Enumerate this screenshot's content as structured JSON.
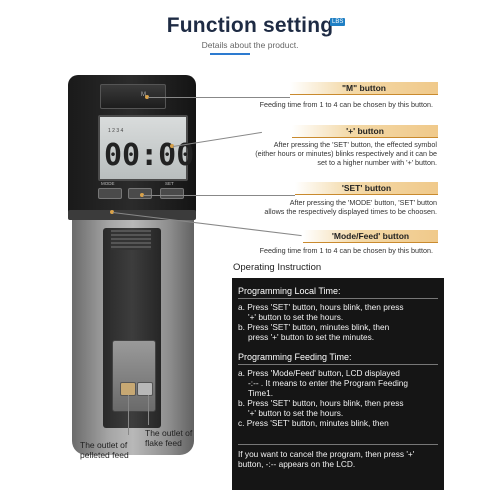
{
  "header": {
    "title": "Function setting",
    "tag": "LBS",
    "subtitle": "Details about the product."
  },
  "device": {
    "lcd_time": "00:00",
    "lcd_small": "1 2 3 4",
    "btn_mode": "MODE",
    "btn_set": "SET",
    "btn_m": "M"
  },
  "callouts": [
    {
      "head": "\"M\" button",
      "body": [
        "Feeding time from 1 to 4 can be chosen by this button."
      ]
    },
    {
      "head": "'+' button",
      "body": [
        "After pressing the 'SET' button, the effected symbol",
        "(either hours or minutes) blinks respectively and it can be",
        "set to a higher number with '+' button."
      ]
    },
    {
      "head": "'SET' button",
      "body": [
        "After pressing the 'MODE' button, 'SET' button",
        "allows the respectively displayed times to be choosen."
      ]
    },
    {
      "head": "'Mode/Feed' button",
      "body": [
        "Feeding time from 1 to 4 can be chosen by this button."
      ]
    }
  ],
  "outlets": {
    "pelleted": [
      "The outlet of",
      "pelleted feed"
    ],
    "flake": [
      "The outlet of",
      "flake feed"
    ]
  },
  "operating": {
    "title": "Operating Instruction",
    "sections": [
      {
        "head": "Programming Local Time:",
        "lines": [
          "a. Press 'SET' button, hours blink, then press",
          "'+' button to set the hours.",
          "b. Press 'SET' button, minutes blink, then",
          "press '+' button to set the minutes."
        ]
      },
      {
        "head": "Programming Feeding Time:",
        "lines": [
          "a. Press 'Mode/Feed' button, LCD displayed",
          "-:-- . It means to enter the Program Feeding",
          "Time1.",
          "b. Press 'SET' button, hours blink, then press",
          "'+' button to set the hours.",
          "c. Press 'SET' button, minutes blink, then"
        ]
      },
      {
        "head": "",
        "lines": [
          "If you want to cancel the program, then press '+'",
          "button, -:-- appears on the LCD."
        ]
      }
    ]
  },
  "colors": {
    "accent": "#d9a24a",
    "title": "#1e2b44",
    "panel": "#151515",
    "sub_bar": "#2d7bd0"
  }
}
